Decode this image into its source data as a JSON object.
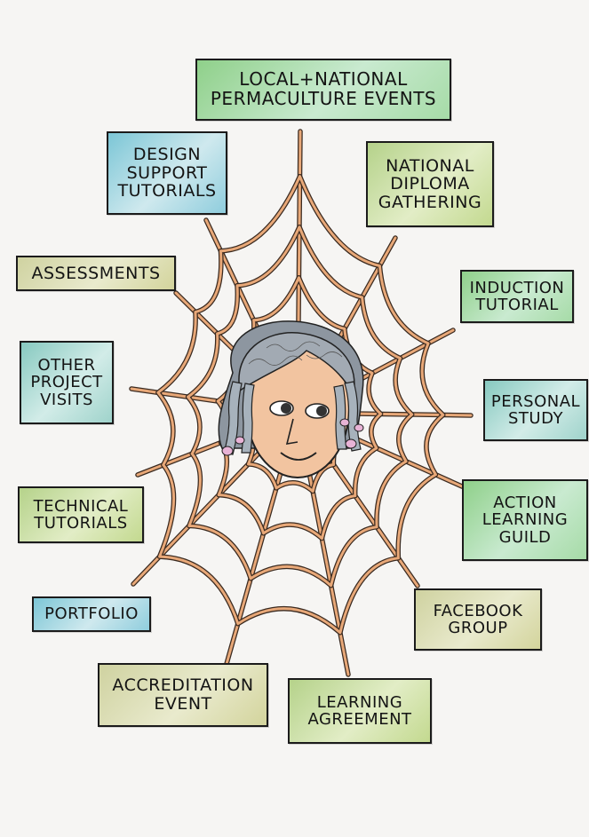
{
  "colors": {
    "web": "#e8a878",
    "web_outline": "#3a2a20",
    "face": "#f2c4a0",
    "hair": "#9aa2ab"
  },
  "labels": {
    "events": "LOCAL+NATIONAL\nPERMACULTURE EVENTS",
    "design": "DESIGN\nSUPPORT\nTUTORIALS",
    "diploma": "NATIONAL\nDIPLOMA\nGATHERING",
    "assessments": "ASSESSMENTS",
    "induction": "INDUCTION\nTUTORIAL",
    "other": "OTHER\nPROJECT\nVISITS",
    "personal": "PERSONAL\nSTUDY",
    "action": "ACTION\nLEARNING\nGUILD",
    "technical": "TECHNICAL\nTUTORIALS",
    "portfolio": "PORTFOLIO",
    "facebook": "FACEBOOK\nGROUP",
    "accreditation": "ACCREDITATION\nEVENT",
    "learning": "LEARNING\nAGREEMENT"
  }
}
